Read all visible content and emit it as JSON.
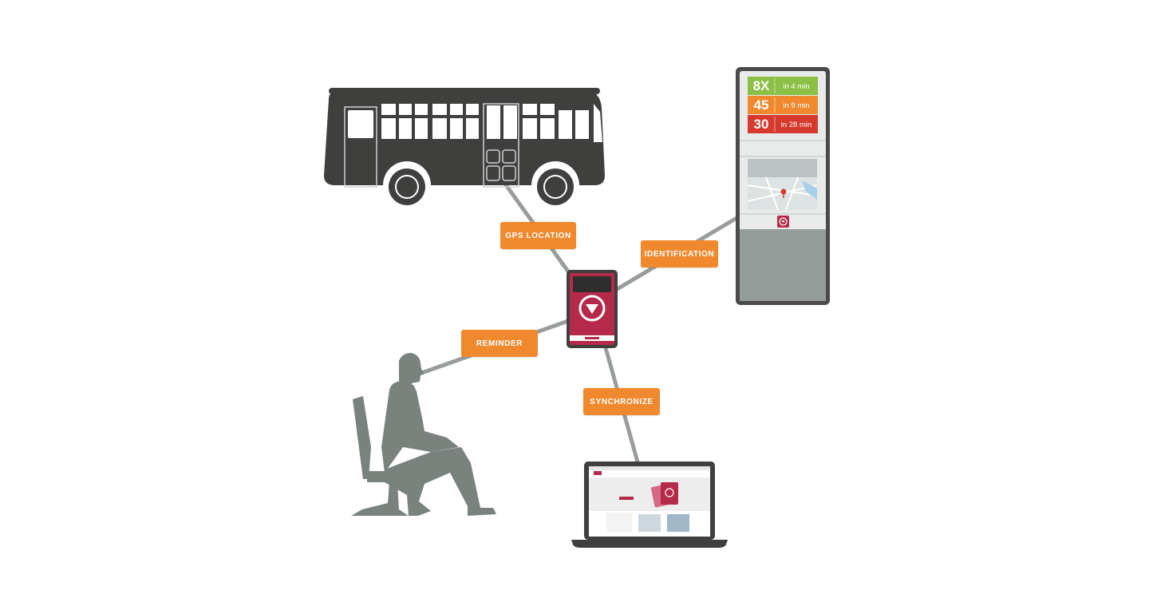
{
  "labels": {
    "gps": "GPS LOCATION",
    "identification": "IDENTIFICATION",
    "reminder": "REMINDER",
    "synchronize": "SYNCHRONIZE"
  },
  "stop_display": {
    "rows": [
      {
        "route": "8X",
        "eta": "in 4 min",
        "color": "#8cbf45"
      },
      {
        "route": "45",
        "eta": "in 9 min",
        "color": "#f0892e"
      },
      {
        "route": "30",
        "eta": "in 28 min",
        "color": "#d63a2f"
      }
    ]
  },
  "colors": {
    "bus": "#3f3f3e",
    "connector": "#999d9a",
    "label": "#f0892e",
    "brand": "#b52a4a",
    "person": "#7a827e",
    "kiosk_frame": "#4a4a4a",
    "kiosk_body": "#959d9a"
  },
  "icons": [
    "bus-icon",
    "kiosk-icon",
    "device-icon",
    "person-icon",
    "laptop-icon",
    "brand-logo-icon"
  ]
}
